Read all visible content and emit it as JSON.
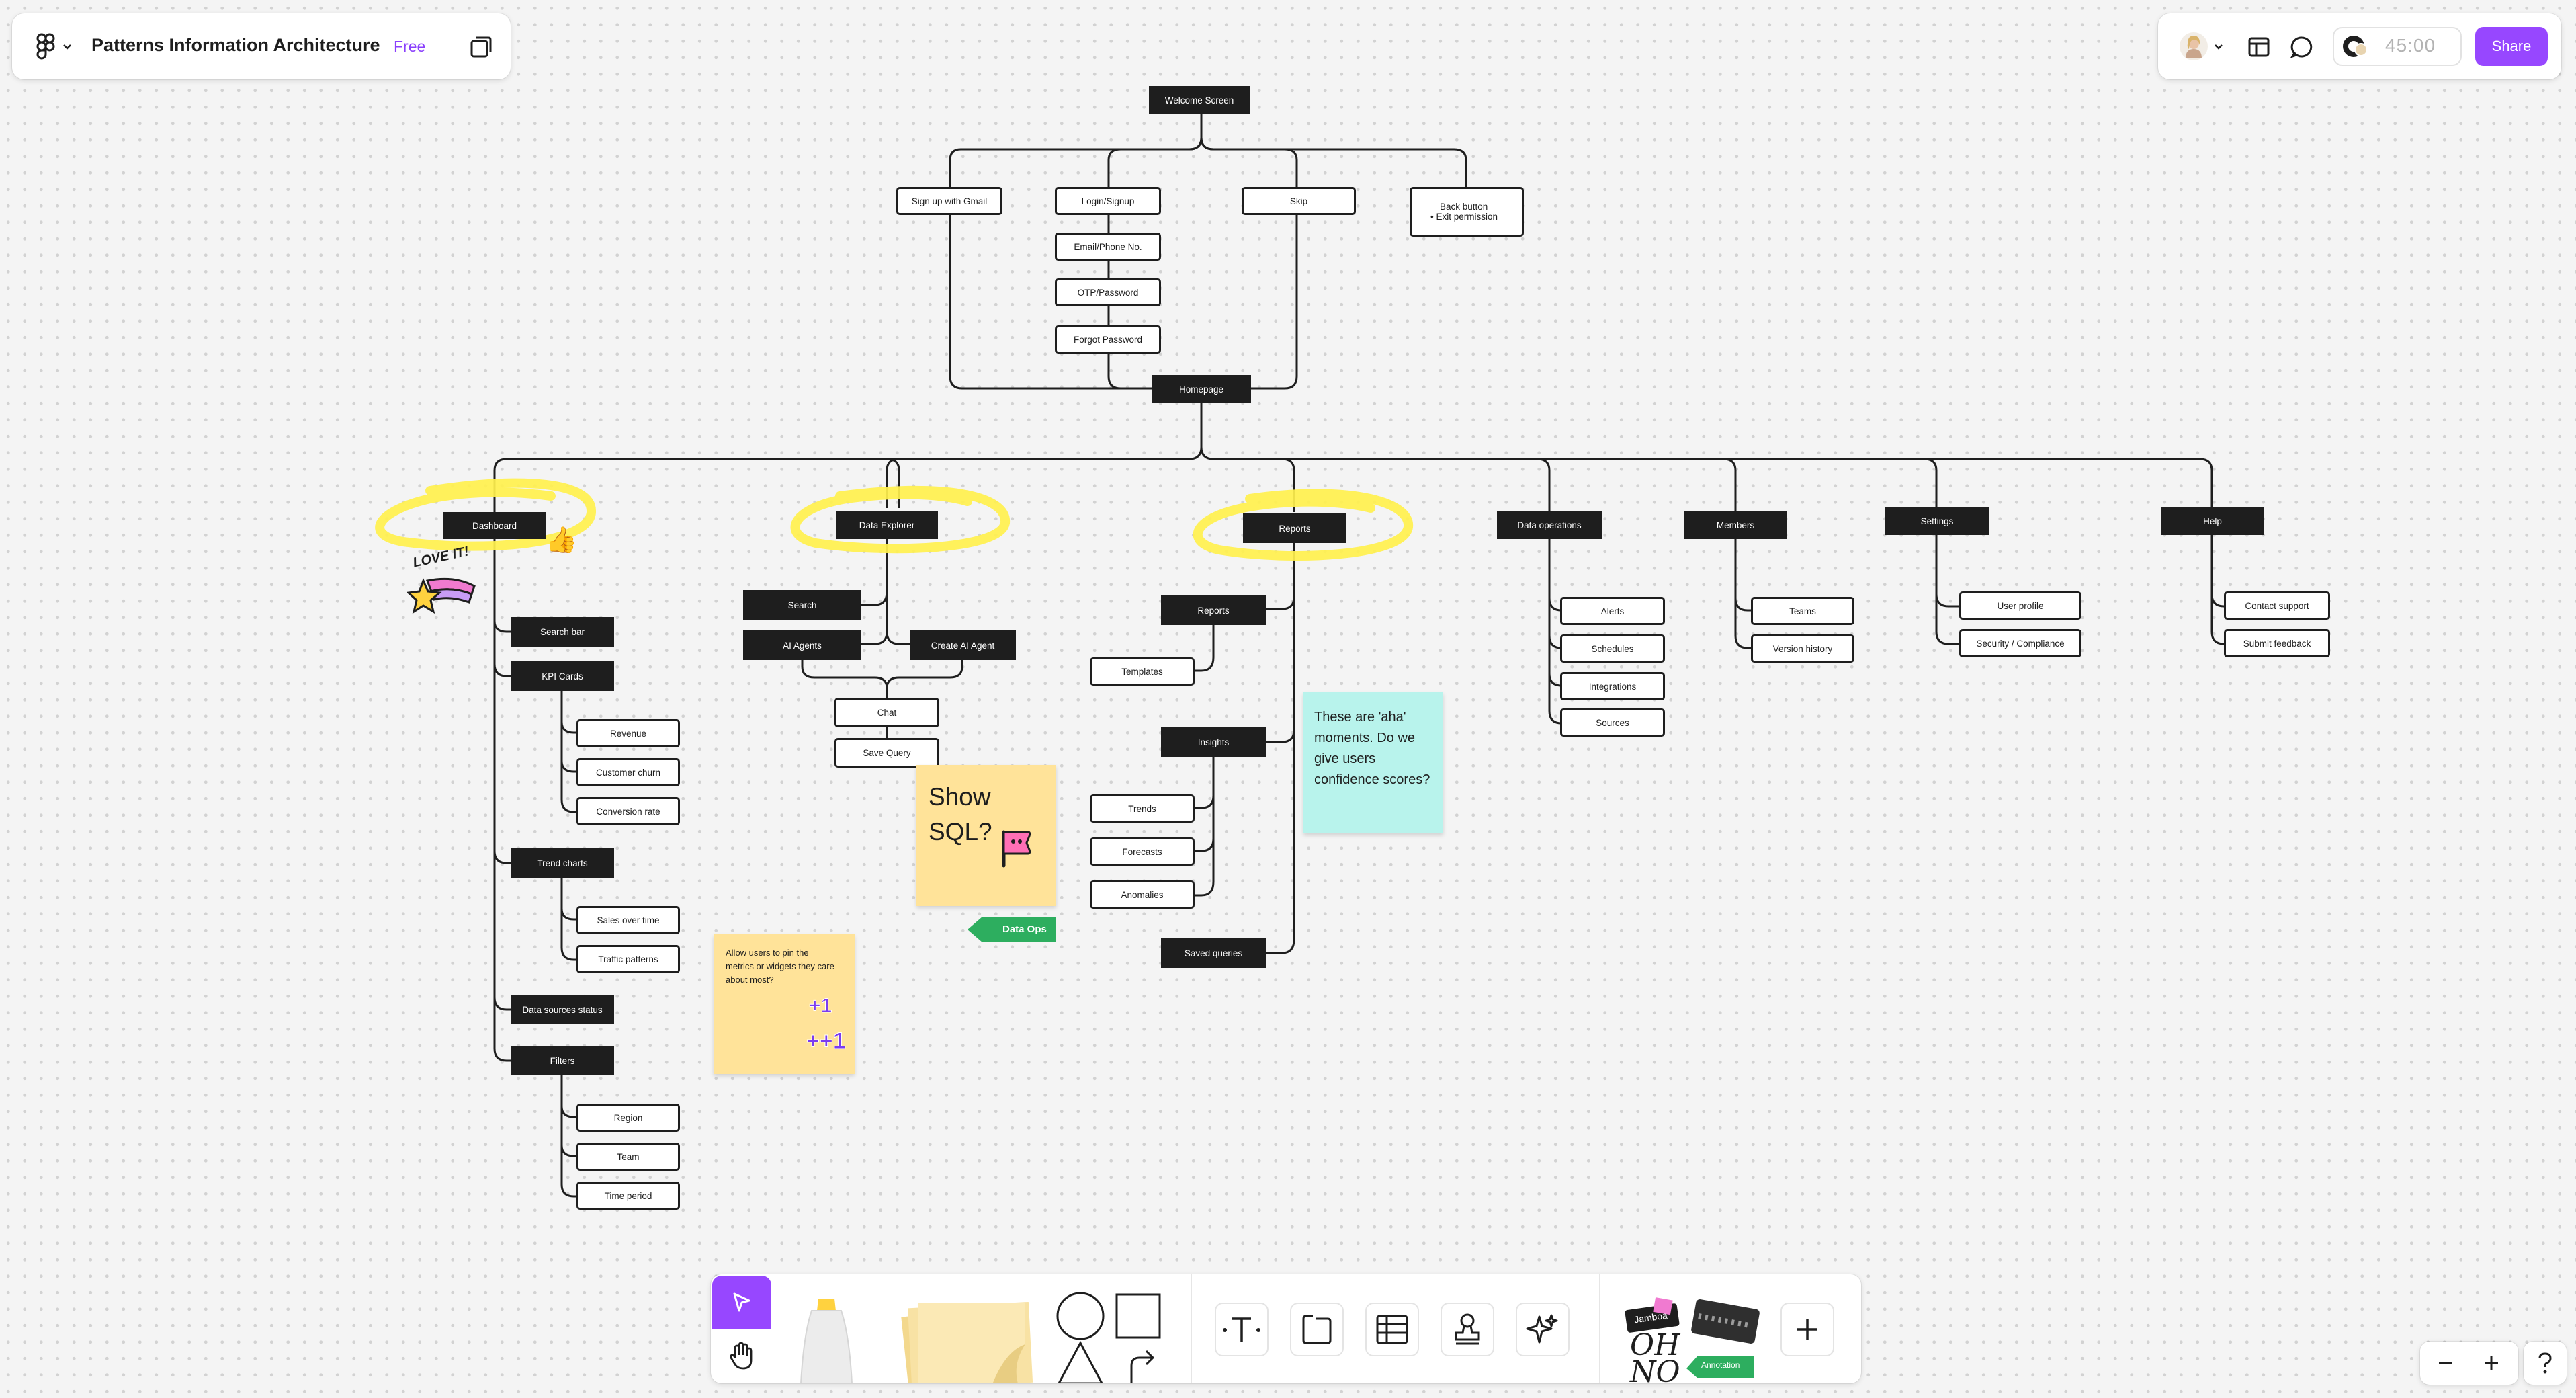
{
  "header": {
    "file_title": "Patterns Information Architecture",
    "plan_badge": "Free",
    "timer": "45:00",
    "share_label": "Share"
  },
  "flow": {
    "root": "Welcome Screen",
    "signup_gmail": "Sign up with Gmail",
    "login_signup": "Login/Signup",
    "email_phone": "Email/Phone No.",
    "otp_password": "OTP/Password",
    "forgot_password": "Forgot Password",
    "skip": "Skip",
    "back_button": "Back button",
    "exit_permission": "Exit permission",
    "homepage": "Homepage"
  },
  "dashboard": {
    "title": "Dashboard",
    "search_bar": "Search bar",
    "kpi_cards": "KPI Cards",
    "revenue": "Revenue",
    "customer_churn": "Customer churn",
    "conversion_rate": "Conversion rate",
    "trend_charts": "Trend charts",
    "sales_over_time": "Sales over time",
    "traffic_patterns": "Traffic patterns",
    "data_sources_status": "Data sources status",
    "filters": "Filters",
    "region": "Region",
    "team": "Team",
    "time_period": "Time period"
  },
  "explorer": {
    "title": "Data Explorer",
    "search": "Search",
    "ai_agents": "AI Agents",
    "create_ai_agent": "Create AI Agent",
    "chat": "Chat",
    "save_query": "Save Query"
  },
  "reports": {
    "title": "Reports",
    "reports_item": "Reports",
    "templates": "Templates",
    "insights": "Insights",
    "trends": "Trends",
    "forecasts": "Forecasts",
    "anomalies": "Anomalies",
    "saved_queries": "Saved queries"
  },
  "data_operations": {
    "title": "Data operations",
    "alerts": "Alerts",
    "schedules": "Schedules",
    "integrations": "Integrations",
    "sources": "Sources"
  },
  "members": {
    "title": "Members",
    "teams": "Teams",
    "version_history": "Version history"
  },
  "settings": {
    "title": "Settings",
    "user_profile": "User profile",
    "security": "Security / Compliance"
  },
  "help": {
    "title": "Help",
    "contact_support": "Contact support",
    "submit_feedback": "Submit feedback"
  },
  "notes": {
    "show_sql": "Show SQL?",
    "aha": "These are 'aha' moments. Do we give users confidence scores?",
    "pin": "Allow users to pin the metrics or widgets they care about most?",
    "data_ops_tag": "Data Ops",
    "plus_one": "+1",
    "plus_plus_one": "++1",
    "love_it": "LOVE IT!"
  },
  "toolbar": {
    "stickers_name_tag": "Jamboa",
    "stickers_oh_no": "OH NO",
    "stickers_tag": "Annotation"
  },
  "colors": {
    "accent_purple": "#8a3ffc",
    "share_purple": "#9747ff",
    "note_yellow": "#ffe399",
    "note_cyan": "#b8f3ec",
    "highlight_yellow": "#fff04d",
    "tag_green": "#2dae5f"
  }
}
